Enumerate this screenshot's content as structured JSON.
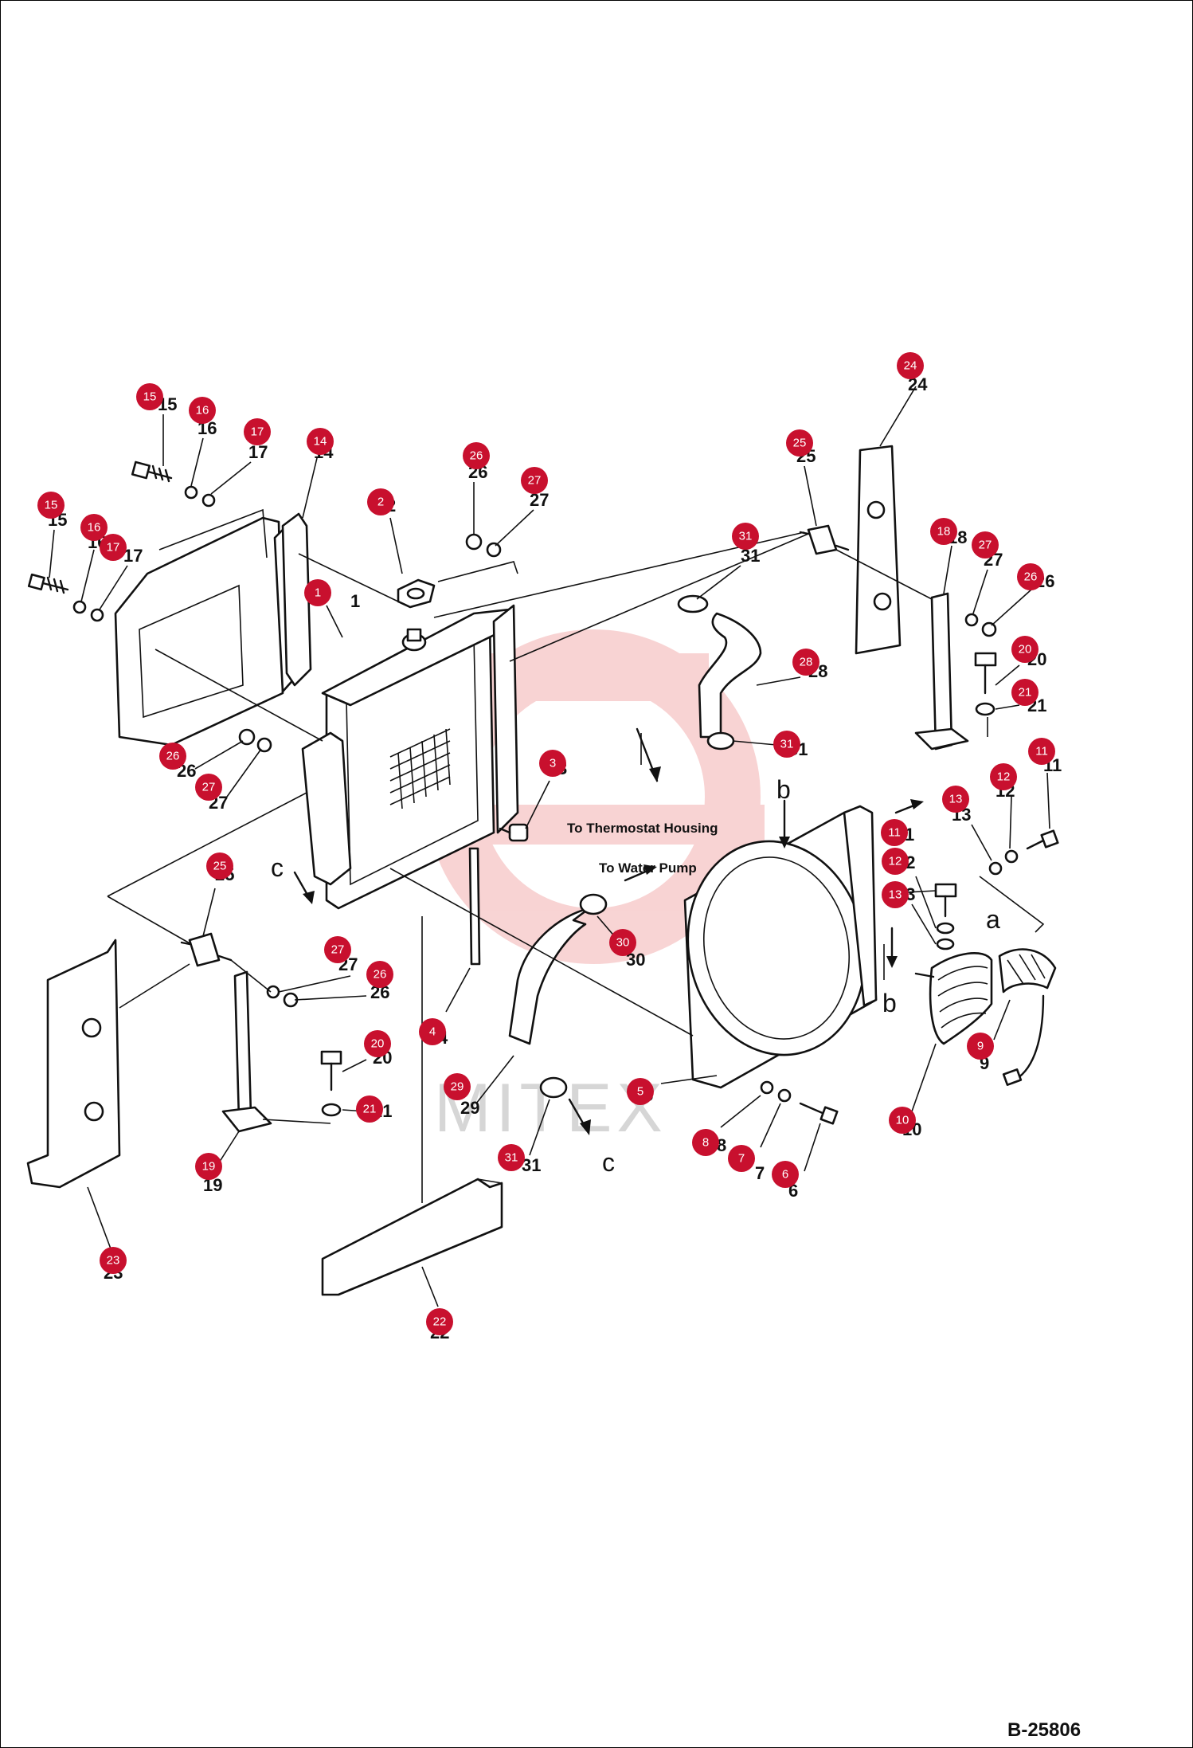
{
  "drawing_number": "B-25806",
  "watermark": {
    "text": "MITEX",
    "color": "#e03a3a"
  },
  "marker_color": "#c8102e",
  "callouts": {
    "to_thermostat": "To Thermostat Housing",
    "to_water_pump": "To Water Pump"
  },
  "view_letters": {
    "a": "a",
    "b": "b",
    "c": "c"
  },
  "markers": [
    {
      "id": "m1",
      "n": "1"
    },
    {
      "id": "m2",
      "n": "2"
    },
    {
      "id": "m3",
      "n": "3"
    },
    {
      "id": "m4",
      "n": "4"
    },
    {
      "id": "m5",
      "n": "5"
    },
    {
      "id": "m6",
      "n": "6"
    },
    {
      "id": "m7",
      "n": "7"
    },
    {
      "id": "m8",
      "n": "8"
    },
    {
      "id": "m9",
      "n": "9"
    },
    {
      "id": "m10",
      "n": "10"
    },
    {
      "id": "m11a",
      "n": "11"
    },
    {
      "id": "m11b",
      "n": "11"
    },
    {
      "id": "m12a",
      "n": "12"
    },
    {
      "id": "m12b",
      "n": "12"
    },
    {
      "id": "m13a",
      "n": "13"
    },
    {
      "id": "m13b",
      "n": "13"
    },
    {
      "id": "m14",
      "n": "14"
    },
    {
      "id": "m15a",
      "n": "15"
    },
    {
      "id": "m15b",
      "n": "15"
    },
    {
      "id": "m16a",
      "n": "16"
    },
    {
      "id": "m16b",
      "n": "16"
    },
    {
      "id": "m17a",
      "n": "17"
    },
    {
      "id": "m17b",
      "n": "17"
    },
    {
      "id": "m18",
      "n": "18"
    },
    {
      "id": "m19",
      "n": "19"
    },
    {
      "id": "m20a",
      "n": "20"
    },
    {
      "id": "m20b",
      "n": "20"
    },
    {
      "id": "m21a",
      "n": "21"
    },
    {
      "id": "m21b",
      "n": "21"
    },
    {
      "id": "m22",
      "n": "22"
    },
    {
      "id": "m23",
      "n": "23"
    },
    {
      "id": "m24",
      "n": "24"
    },
    {
      "id": "m25a",
      "n": "25"
    },
    {
      "id": "m25b",
      "n": "25"
    },
    {
      "id": "m26a",
      "n": "26"
    },
    {
      "id": "m26b",
      "n": "26"
    },
    {
      "id": "m26c",
      "n": "26"
    },
    {
      "id": "m26d",
      "n": "26"
    },
    {
      "id": "m27a",
      "n": "27"
    },
    {
      "id": "m27b",
      "n": "27"
    },
    {
      "id": "m27c",
      "n": "27"
    },
    {
      "id": "m27d",
      "n": "27"
    },
    {
      "id": "m28",
      "n": "28"
    },
    {
      "id": "m29",
      "n": "29"
    },
    {
      "id": "m30",
      "n": "30"
    },
    {
      "id": "m31a",
      "n": "31"
    },
    {
      "id": "m31b",
      "n": "31"
    },
    {
      "id": "m31c",
      "n": "31"
    }
  ],
  "labels": [
    {
      "id": "t1",
      "n": "1"
    },
    {
      "id": "t2",
      "n": "2"
    },
    {
      "id": "t3",
      "n": "3"
    },
    {
      "id": "t4",
      "n": "4"
    },
    {
      "id": "t5",
      "n": "5"
    },
    {
      "id": "t6",
      "n": "6"
    },
    {
      "id": "t7",
      "n": "7"
    },
    {
      "id": "t8",
      "n": "8"
    },
    {
      "id": "t9",
      "n": "9"
    },
    {
      "id": "t10",
      "n": "10"
    },
    {
      "id": "t11a",
      "n": "11"
    },
    {
      "id": "t11b",
      "n": "11"
    },
    {
      "id": "t12a",
      "n": "12"
    },
    {
      "id": "t12b",
      "n": "12"
    },
    {
      "id": "t13a",
      "n": "13"
    },
    {
      "id": "t13b",
      "n": "13"
    },
    {
      "id": "t14",
      "n": "14"
    },
    {
      "id": "t15a",
      "n": "15"
    },
    {
      "id": "t15b",
      "n": "15"
    },
    {
      "id": "t16a",
      "n": "16"
    },
    {
      "id": "t16b",
      "n": "16"
    },
    {
      "id": "t17a",
      "n": "17"
    },
    {
      "id": "t17b",
      "n": "17"
    },
    {
      "id": "t18",
      "n": "18"
    },
    {
      "id": "t19",
      "n": "19"
    },
    {
      "id": "t20a",
      "n": "20"
    },
    {
      "id": "t20b",
      "n": "20"
    },
    {
      "id": "t21a",
      "n": "21"
    },
    {
      "id": "t21b",
      "n": "21"
    },
    {
      "id": "t22",
      "n": "22"
    },
    {
      "id": "t23",
      "n": "23"
    },
    {
      "id": "t24",
      "n": "24"
    },
    {
      "id": "t25a",
      "n": "25"
    },
    {
      "id": "t25b",
      "n": "25"
    },
    {
      "id": "t26a",
      "n": "26"
    },
    {
      "id": "t26b",
      "n": "26"
    },
    {
      "id": "t26c",
      "n": "26"
    },
    {
      "id": "t26d",
      "n": "26"
    },
    {
      "id": "t27a",
      "n": "27"
    },
    {
      "id": "t27b",
      "n": "27"
    },
    {
      "id": "t27c",
      "n": "27"
    },
    {
      "id": "t27d",
      "n": "27"
    },
    {
      "id": "t28",
      "n": "28"
    },
    {
      "id": "t29",
      "n": "29"
    },
    {
      "id": "t30",
      "n": "30"
    },
    {
      "id": "t31a",
      "n": "31"
    },
    {
      "id": "t31b",
      "n": "31"
    },
    {
      "id": "t31c",
      "n": "31"
    }
  ]
}
